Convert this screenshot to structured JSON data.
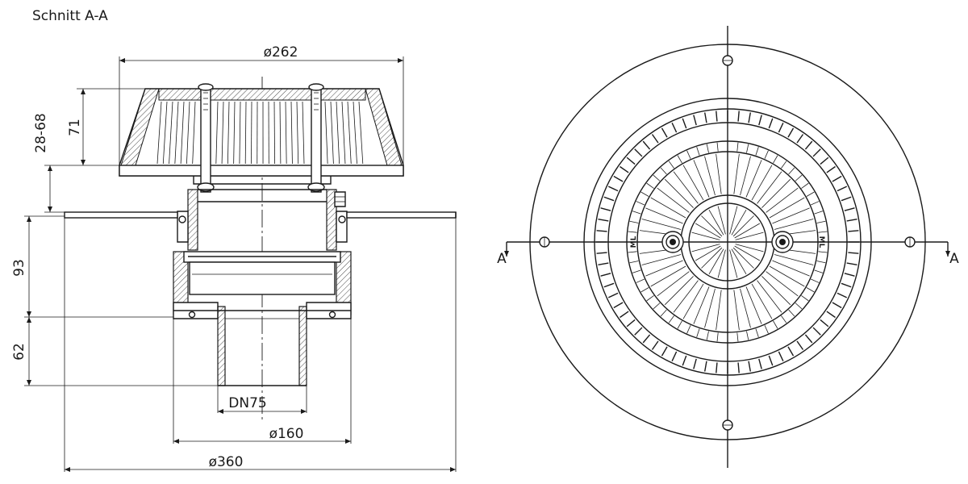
{
  "title": "Schnitt A-A",
  "dimensions": {
    "d262": "ø262",
    "h71": "71",
    "h2868": "28-68",
    "h93": "93",
    "h62": "62",
    "dn75": "DN75",
    "d160": "ø160",
    "d360": "ø360"
  },
  "plan_view": {
    "section_left": "A",
    "section_right": "A",
    "mark_left": "ML",
    "mark_right": "ML"
  },
  "colors": {
    "line": "#1a1a1a",
    "background": "#ffffff"
  }
}
